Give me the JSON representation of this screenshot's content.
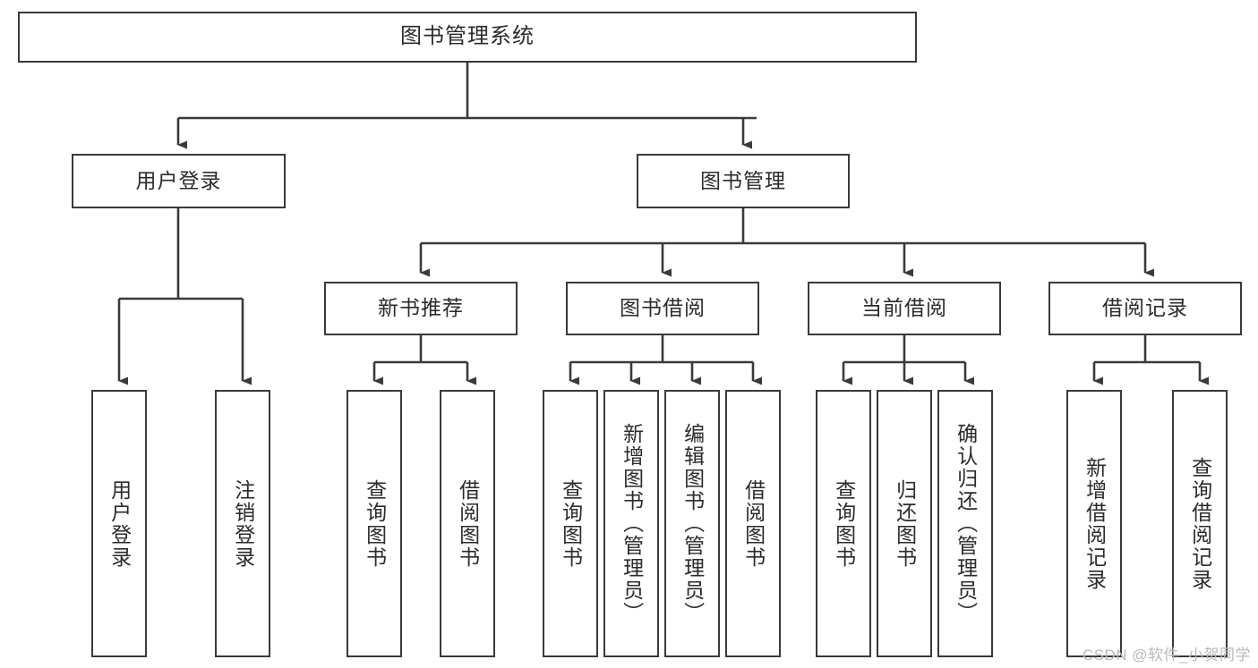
{
  "diagram": {
    "title": "图书管理系统",
    "type": "hierarchy-tree",
    "line_color": "#3a3a3a",
    "box_fill": "#ffffff",
    "text_color": "#2b2b2b",
    "watermark": "CSDN @软件_小贺同学"
  },
  "nodes": {
    "root": {
      "label": "图书管理系统"
    },
    "level2": [
      {
        "id": "user-login",
        "label": "用户登录"
      },
      {
        "id": "book-manage",
        "label": "图书管理"
      }
    ],
    "level3": [
      {
        "id": "new-book-recommend",
        "label": "新书推荐"
      },
      {
        "id": "book-borrow",
        "label": "图书借阅"
      },
      {
        "id": "current-borrow",
        "label": "当前借阅"
      },
      {
        "id": "borrow-record",
        "label": "借阅记录"
      }
    ],
    "leaves": {
      "user_login": [
        {
          "id": "leaf-user-login",
          "label": "用户登录"
        },
        {
          "id": "leaf-logout",
          "label": "注销登录"
        }
      ],
      "new_book_recommend": [
        {
          "id": "leaf-query-book-1",
          "label": "查询图书"
        },
        {
          "id": "leaf-borrow-book-1",
          "label": "借阅图书"
        }
      ],
      "book_borrow": [
        {
          "id": "leaf-query-book-2",
          "label": "查询图书"
        },
        {
          "id": "leaf-add-book",
          "label": "新增图书（管理员）"
        },
        {
          "id": "leaf-edit-book",
          "label": "编辑图书（管理员）"
        },
        {
          "id": "leaf-borrow-book-2",
          "label": "借阅图书"
        }
      ],
      "current_borrow": [
        {
          "id": "leaf-query-book-3",
          "label": "查询图书"
        },
        {
          "id": "leaf-return-book",
          "label": "归还图书"
        },
        {
          "id": "leaf-confirm-return",
          "label": "确认归还（管理员）"
        }
      ],
      "borrow_record": [
        {
          "id": "leaf-add-record",
          "label": "新增借阅记录"
        },
        {
          "id": "leaf-query-record",
          "label": "查询借阅记录"
        }
      ]
    }
  }
}
